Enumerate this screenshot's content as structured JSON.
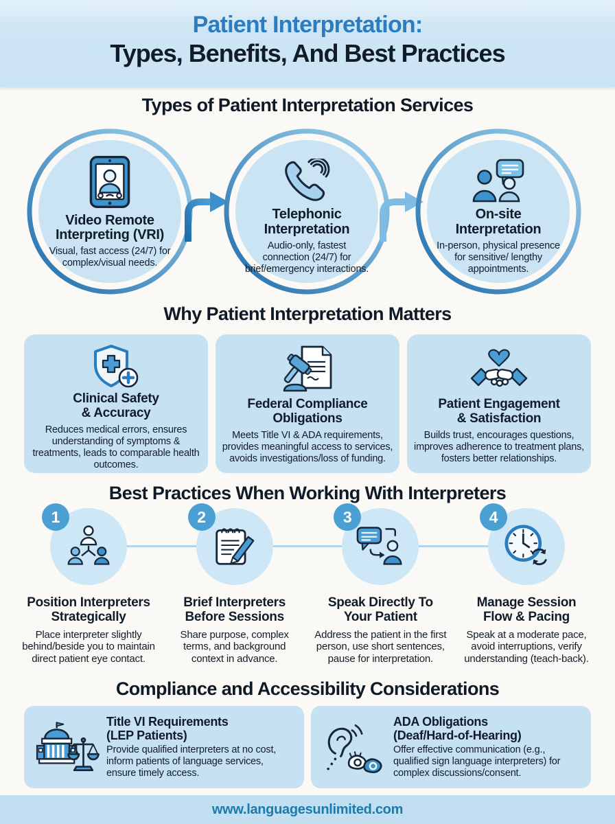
{
  "header": {
    "title_accent": "Patient Interpretation:",
    "title_rest": "Types, Benefits, And Best Practices"
  },
  "types_section": {
    "heading": "Types of Patient Interpretation Services",
    "items": [
      {
        "icon": "tablet-video-call-icon",
        "title_lines": [
          "Video Remote",
          "Interpreting (VRI)"
        ],
        "description": "Visual, fast access (24/7) for complex/visual needs."
      },
      {
        "icon": "phone-handset-icon",
        "title_lines": [
          "Telephonic",
          "Interpretation"
        ],
        "description": "Audio-only, fastest connection (24/7) for brief/emergency interactions."
      },
      {
        "icon": "people-conversation-icon",
        "title_lines": [
          "On-site",
          "Interpretation"
        ],
        "description": "In-person, physical presence for sensitive/ lengthy appointments."
      }
    ]
  },
  "why_section": {
    "heading": "Why Patient Interpretation Matters",
    "cards": [
      {
        "icon": "shield-cross-icon",
        "title_lines": [
          "Clinical Safety",
          "& Accuracy"
        ],
        "description": "Reduces medical errors, ensures understanding of symptoms & treatments, leads to comparable health outcomes."
      },
      {
        "icon": "gavel-document-icon",
        "title_lines": [
          "Federal Compliance",
          "Obligations"
        ],
        "description": "Meets Title VI & ADA requirements, provides meaningful access to services, avoids investigations/loss of funding."
      },
      {
        "icon": "handshake-heart-icon",
        "title_lines": [
          "Patient Engagement",
          "& Satisfaction"
        ],
        "description": "Builds trust, encourages questions, improves adherence to treatment plans, fosters better relationships."
      }
    ]
  },
  "best_practices_section": {
    "heading": "Best Practices When Working With Interpreters",
    "steps": [
      {
        "number": "1",
        "icon": "team-positioning-icon",
        "title_lines": [
          "Position Interpreters",
          "Strategically"
        ],
        "description": "Place interpreter slightly behind/beside you to maintain direct patient eye contact."
      },
      {
        "number": "2",
        "icon": "notepad-pencil-icon",
        "title_lines": [
          "Brief Interpreters",
          "Before Sessions"
        ],
        "description": "Share purpose, complex terms, and background context in advance."
      },
      {
        "number": "3",
        "icon": "speech-bubble-person-icon",
        "title_lines": [
          "Speak Directly To",
          "Your Patient"
        ],
        "description": "Address the patient in the first person, use short sentences, pause for interpretation."
      },
      {
        "number": "4",
        "icon": "clock-pacing-icon",
        "title_lines": [
          "Manage Session",
          "Flow & Pacing"
        ],
        "description": "Speak at a moderate pace, avoid interruptions, verify understanding (teach-back)."
      }
    ]
  },
  "compliance_section": {
    "heading": "Compliance and Accessibility Considerations",
    "cards": [
      {
        "icon": "capitol-scales-icon",
        "title_lines": [
          "Title VI Requirements",
          "(LEP Patients)"
        ],
        "description": "Provide qualified interpreters at no cost, inform patients of language services, ensure timely access."
      },
      {
        "icon": "ear-sign-language-icon",
        "title_lines": [
          "ADA Obligations",
          "(Deaf/Hard-of-Hearing)"
        ],
        "description": "Offer effective communication (e.g., qualified sign language interpreters) for complex discussions/consent."
      }
    ]
  },
  "footer": {
    "website": "www.languagesunlimited.com"
  },
  "colors": {
    "accent_blue": "#2b7dc0",
    "dark_text": "#101c2a",
    "header_bg": "#cde5f4",
    "card_bg": "#c6e1f2",
    "circle_fill": "#cbe4f4",
    "ring_light": "#a4d4ee",
    "ring_dark": "#1e6cab",
    "badge_blue": "#4aa0d3",
    "arrow_dark": "#2e7cba",
    "arrow_light": "#7fbce4",
    "footer_bg": "#c2dff1",
    "footer_text": "#1a7cab"
  }
}
